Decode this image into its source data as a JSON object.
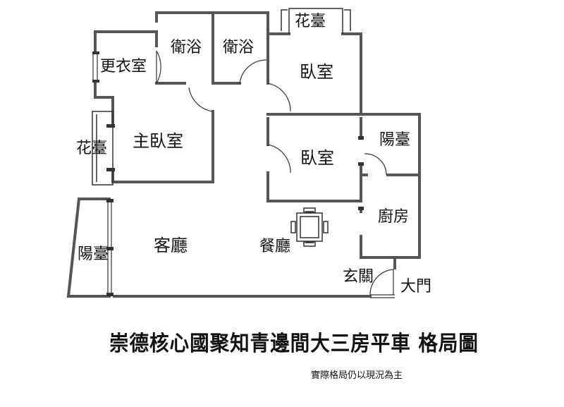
{
  "rooms": {
    "walkin_closet": "更衣室",
    "bath_1": "衛浴",
    "bath_2": "衛浴",
    "planter_top": "花臺",
    "bedroom_top": "臥室",
    "bedroom_mid": "臥室",
    "master_bedroom": "主臥室",
    "planter_left": "花臺",
    "balcony_right": "陽臺",
    "kitchen": "廚房",
    "living_room": "客廳",
    "dining_room": "餐廳",
    "balcony_left": "陽臺",
    "entrance": "玄關",
    "front_door": "大門"
  },
  "title": "崇德核心國聚知青邊間大三房平車  格局圖",
  "note": "實際格局仍以現況為主",
  "colors": {
    "wall": "#555555",
    "line": "#333333",
    "background": "#ffffff"
  }
}
